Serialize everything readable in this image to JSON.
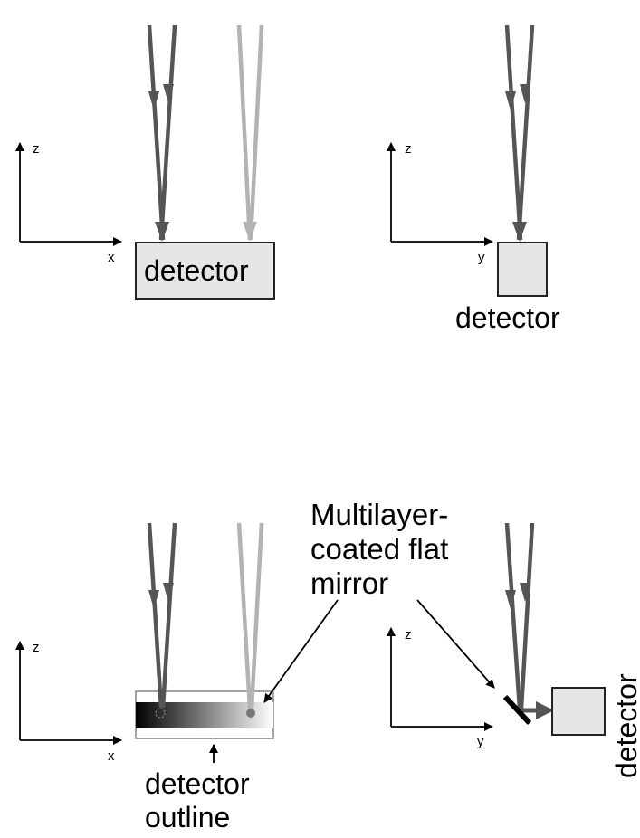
{
  "panels": {
    "top_left": {
      "axis_vertical": "z",
      "axis_horizontal": "x",
      "detector_label": "detector"
    },
    "top_right": {
      "axis_vertical": "z",
      "axis_horizontal": "y",
      "detector_label": "detector"
    },
    "bottom_left": {
      "axis_vertical": "z",
      "axis_horizontal": "x",
      "outline_label_line1": "detector",
      "outline_label_line2": "outline"
    },
    "bottom_right": {
      "axis_vertical": "z",
      "axis_horizontal": "y",
      "detector_label": "detector"
    }
  },
  "mirror_label": {
    "line1": "Multilayer-",
    "line2": "coated flat",
    "line3": "mirror"
  },
  "colors": {
    "beam_dark": "#555555",
    "beam_light": "#b3b3b3",
    "detector_fill": "#e6e6e6",
    "detector_stroke": "#222222",
    "mirror": "#000000",
    "outline_stroke": "#999999",
    "gradient_start": "#000000",
    "gradient_end": "#ffffff"
  }
}
